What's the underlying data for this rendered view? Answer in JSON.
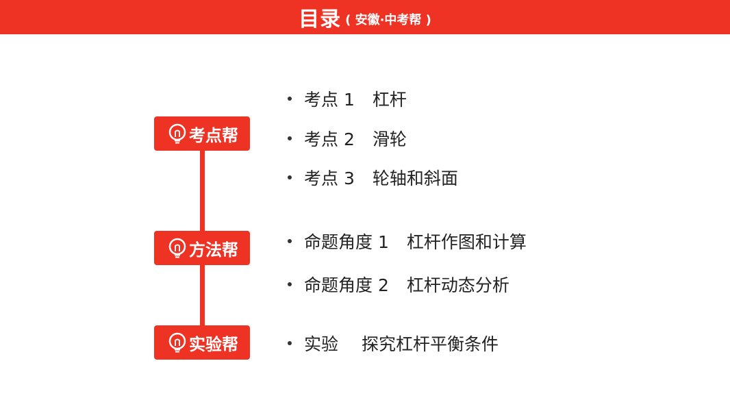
{
  "header": {
    "title": "目录",
    "subtitle": "( 安徽·中考帮 )"
  },
  "sections": [
    {
      "tag": "考点帮",
      "icon": "lightbulb-icon",
      "items": [
        {
          "num": "考点 1",
          "text": "杠杆"
        },
        {
          "num": "考点 2",
          "text": "滑轮"
        },
        {
          "num": "考点 3",
          "text": "轮轴和斜面"
        }
      ]
    },
    {
      "tag": "方法帮",
      "icon": "lightbulb-icon",
      "items": [
        {
          "num": "命题角度 1",
          "text": "杠杆作图和计算"
        },
        {
          "num": "命题角度 2",
          "text": "杠杆动态分析"
        }
      ]
    },
    {
      "tag": "实验帮",
      "icon": "lightbulb-icon",
      "items": [
        {
          "num": "实验",
          "text": "探究杠杆平衡条件"
        }
      ]
    }
  ],
  "colors": {
    "accent": "#ee3224",
    "text": "#222222"
  }
}
